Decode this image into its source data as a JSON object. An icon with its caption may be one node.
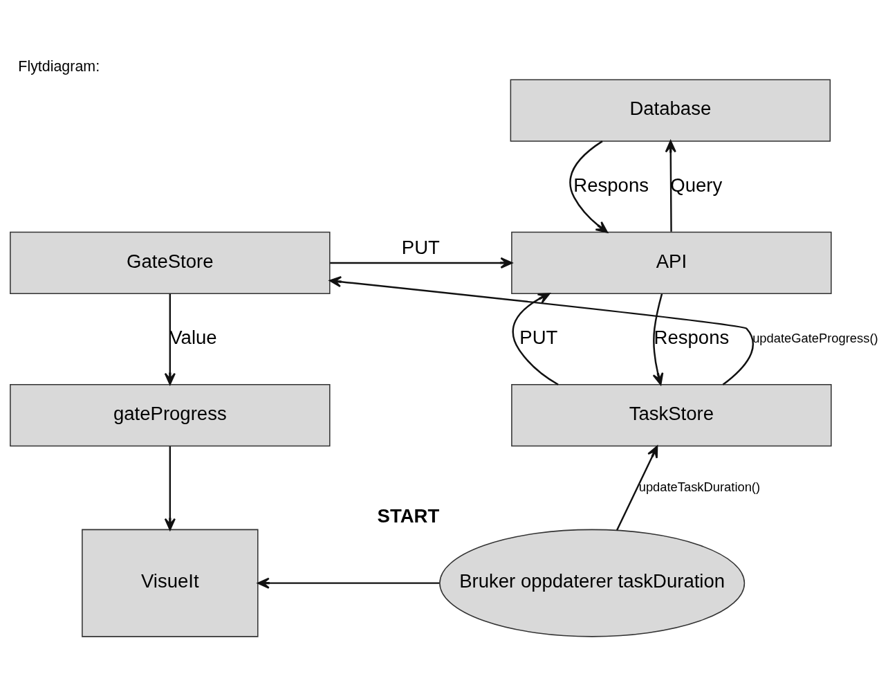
{
  "diagram": {
    "title": "Flytdiagram:",
    "nodes": [
      {
        "text": [
          "Database"
        ]
      },
      {
        "text": [
          "GateStore"
        ]
      },
      {
        "text": [
          "API"
        ]
      },
      {
        "text": [
          "gateProgress"
        ]
      },
      {
        "text": [
          "TaskStore"
        ]
      },
      {
        "text": [
          "VisueIt"
        ]
      },
      {
        "text": [
          "Bruker oppdaterer taskDuration"
        ],
        "beside": [
          "START"
        ]
      }
    ],
    "edges": [
      {
        "from": 2,
        "to": 0,
        "arrow": "to",
        "label": "Query"
      },
      {
        "from": 0,
        "to": 2,
        "arrow": "to",
        "label": "Respons"
      },
      {
        "from": 1,
        "to": 2,
        "arrow": "to",
        "label": "PUT"
      },
      {
        "from": 4,
        "to": 2,
        "arrow": "to",
        "label": "PUT"
      },
      {
        "from": 2,
        "to": 4,
        "arrow": "to",
        "label": "Respons"
      },
      {
        "from": 4,
        "to": 1,
        "arrow": "to",
        "label": "updateGateProgress()"
      },
      {
        "from": 1,
        "to": 3,
        "arrow": "to",
        "label": "Value"
      },
      {
        "from": 3,
        "to": 5,
        "arrow": "to"
      },
      {
        "from": 6,
        "to": 4,
        "arrow": "to",
        "label": "updateTaskDuration()"
      },
      {
        "from": 6,
        "to": 5,
        "arrow": "to"
      }
    ]
  }
}
